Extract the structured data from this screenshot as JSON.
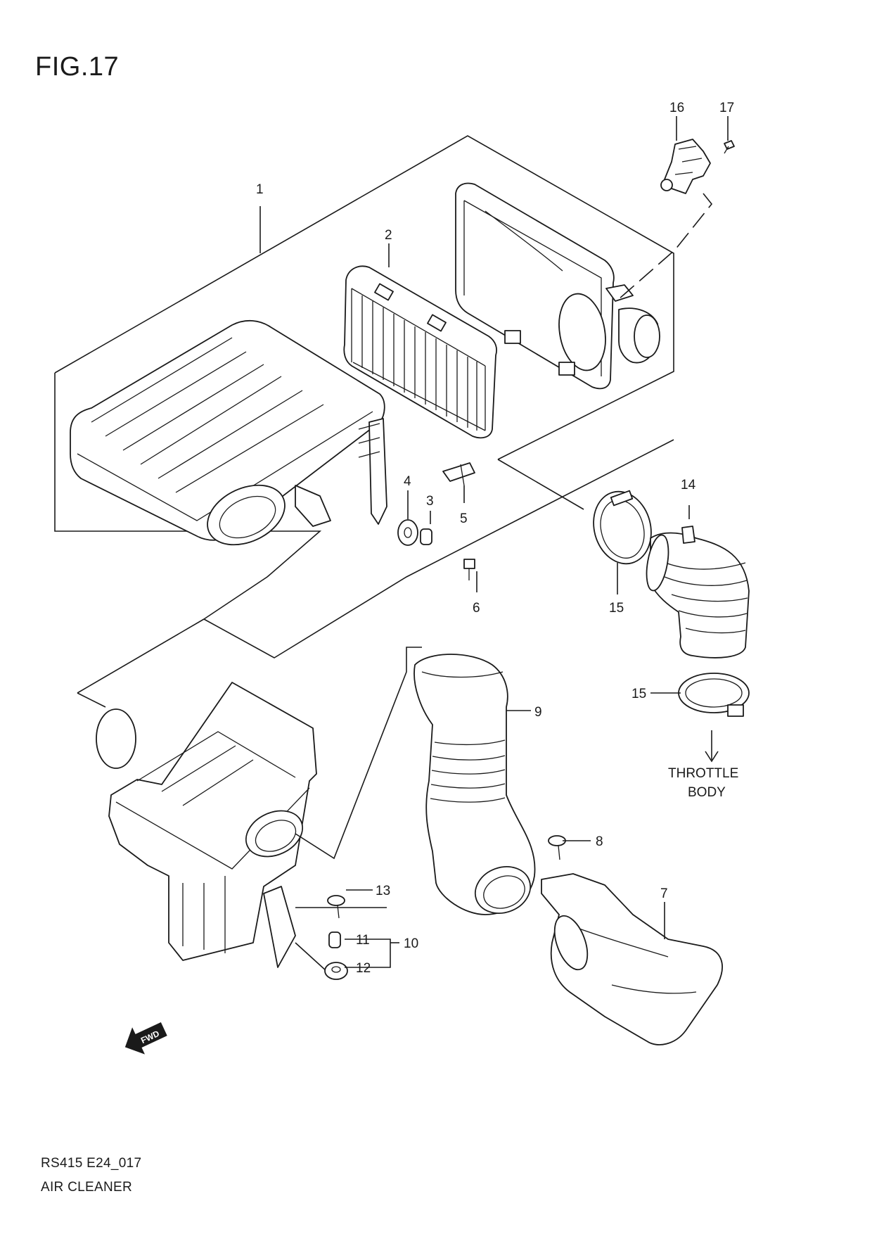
{
  "figure": {
    "title": "FIG.17",
    "code": "RS415 E24_017",
    "name": "AIR CLEANER"
  },
  "callouts": {
    "c1": "1",
    "c2": "2",
    "c3": "3",
    "c4": "4",
    "c5": "5",
    "c6": "6",
    "c7": "7",
    "c8": "8",
    "c9": "9",
    "c10": "10",
    "c11": "11",
    "c12": "12",
    "c13": "13",
    "c14": "14",
    "c15a": "15",
    "c15b": "15",
    "c16": "16",
    "c17": "17"
  },
  "annotation": {
    "line1": "THROTTLE",
    "line2": "BODY"
  },
  "fwd_arrow_label": "FWD"
}
